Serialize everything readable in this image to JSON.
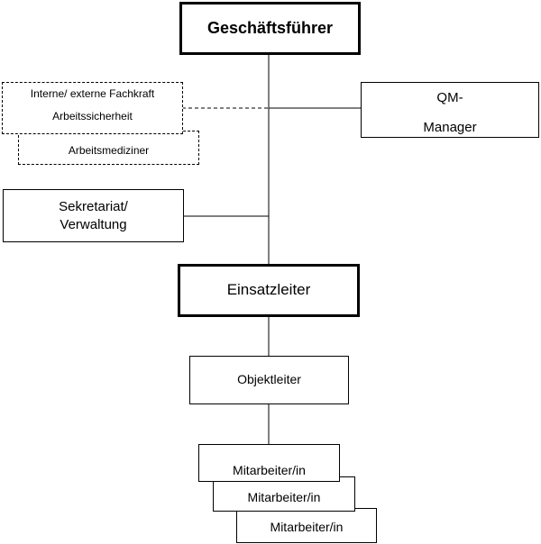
{
  "org_chart": {
    "managing_director": "Geschäftsführer",
    "safety_specialist_line1": "Interne/ externe Fachkraft",
    "safety_specialist_line2": "Arbeitssicherheit",
    "occupational_physician": "Arbeitsmediziner",
    "qm_manager_line1": "QM-",
    "qm_manager_line2": "Manager",
    "secretariat_line1": "Sekretariat/",
    "secretariat_line2": "Verwaltung",
    "operations_manager": "Einsatzleiter",
    "site_manager": "Objektleiter",
    "employees": [
      "Mitarbeiter/in",
      "Mitarbeiter/in",
      "Mitarbeiter/in"
    ]
  }
}
